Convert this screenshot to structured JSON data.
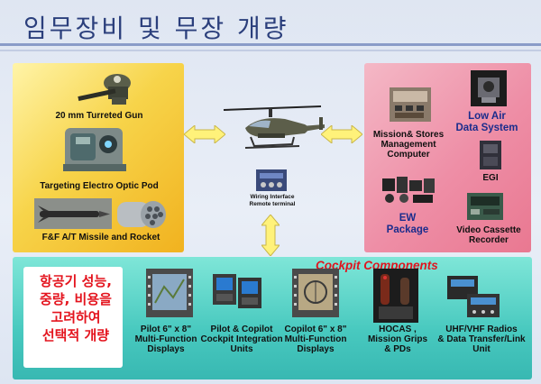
{
  "page": {
    "title": "임무장비 및 무장 개량",
    "note": "항공기 성능,\n중량, 비용을\n고려하여\n선택적 개량"
  },
  "left_panel": {
    "items": [
      {
        "label": "20 mm Turreted Gun"
      },
      {
        "label": "Targeting Electro Optic Pod"
      },
      {
        "label": "F&F A/T Missile and  Rocket"
      }
    ]
  },
  "center": {
    "wiring_label": "Wiring Interface\nRemote terminal"
  },
  "right_panel": {
    "items": [
      {
        "label": "Mission& Stores\nManagement\nComputer"
      },
      {
        "label": "Low Air\nData System"
      },
      {
        "label": "EGI"
      },
      {
        "label": "EW\nPackage"
      },
      {
        "label": "Video Cassette\nRecorder"
      }
    ]
  },
  "bottom_panel": {
    "title": "Cockpit Components",
    "items": [
      {
        "label": "Pilot 6\" x 8\"\nMulti-Function\nDisplays"
      },
      {
        "label": "Pilot & Copilot\nCockpit Integration\nUnits"
      },
      {
        "label": "Copilot 6\" x 8\"\nMulti-Function\nDisplays"
      },
      {
        "label": "HOCAS ,\nMission Grips\n& PDs"
      },
      {
        "label": "UHF/VHF  Radios\n& Data Transfer/Link\nUnit"
      }
    ]
  },
  "colors": {
    "title": "#2b3f7c",
    "left_panel": "#f1b21f",
    "right_panel": "#ee8ea6",
    "bottom_panel": "#48c9bf",
    "arrow": "#fff27a",
    "note_text": "#e4141e"
  }
}
